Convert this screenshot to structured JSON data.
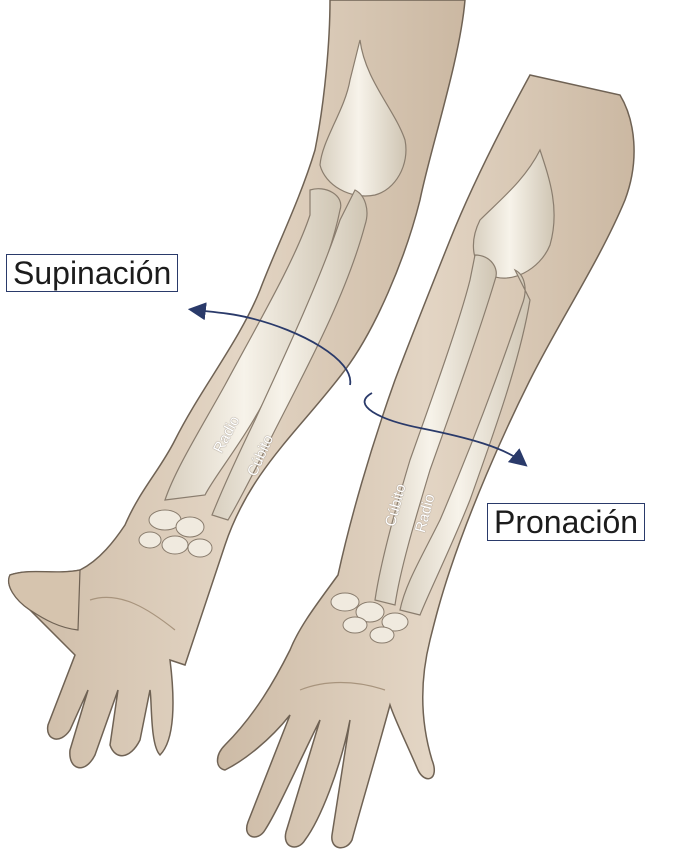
{
  "labels": {
    "supination": "Supinación",
    "pronation": "Pronación",
    "left_radius": "Radio",
    "left_ulna": "Cúbito",
    "right_ulna": "Cúbito",
    "right_radius": "Radio"
  },
  "colors": {
    "skin": "#ddcdba",
    "skin_shadow": "#c4b19b",
    "outline": "#6f6254",
    "bone": "#f2ede2",
    "bone_shadow": "#cfc6b6",
    "arrow": "#2a3a6a",
    "box_border": "#2a3a6a"
  }
}
